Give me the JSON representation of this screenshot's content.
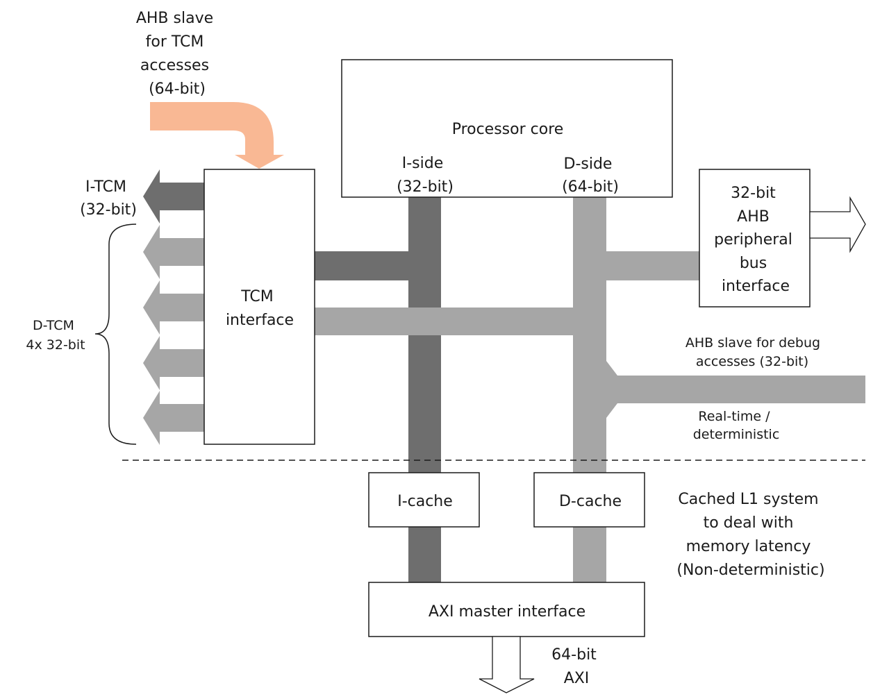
{
  "colors": {
    "dark_bus": "#6e6e6e",
    "light_bus": "#a6a6a6",
    "tcm_slave_arrow": "#f9b894",
    "outline": "#1a1a1a"
  },
  "top_left_label": [
    "AHB slave",
    "for TCM",
    "accesses",
    "(64-bit)"
  ],
  "processor_core": {
    "title": "Processor core",
    "iside": [
      "I-side",
      "(32-bit)"
    ],
    "dside": [
      "D-side",
      "(64-bit)"
    ]
  },
  "itcm_label": [
    "I-TCM",
    "(32-bit)"
  ],
  "dtcm_label": [
    "D-TCM",
    "4x 32-bit"
  ],
  "tcm_interface": [
    "TCM",
    "interface"
  ],
  "peripheral_bus": [
    "32-bit",
    "AHB",
    "peripheral",
    "bus",
    "interface"
  ],
  "debug_slave": [
    "AHB slave for debug",
    "accesses (32-bit)"
  ],
  "realtime": [
    "Real-time /",
    "deterministic"
  ],
  "icache": "I-cache",
  "dcache": "D-cache",
  "cached_note": [
    "Cached L1 system",
    "to deal with",
    "memory latency",
    "(Non-deterministic)"
  ],
  "axi_master": "AXI master interface",
  "axi_label": [
    "64-bit",
    "AXI"
  ]
}
